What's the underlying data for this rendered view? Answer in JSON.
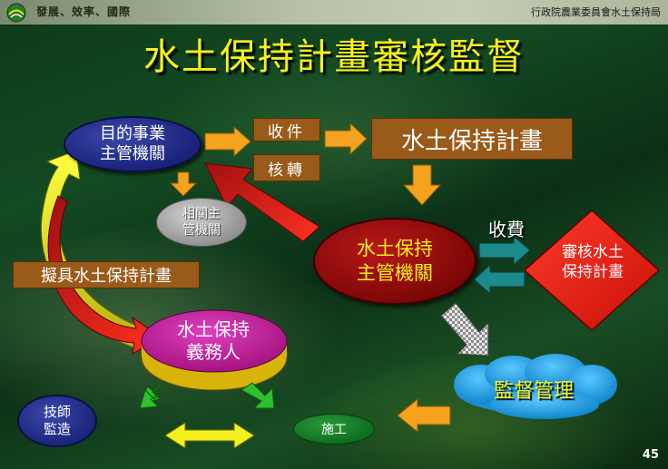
{
  "header": {
    "slogan": "發展、效率、國際",
    "organization": "行政院農業委員會水土保持局"
  },
  "title": "水土保持計畫審核監督",
  "nodes": {
    "agency": [
      "目的事業",
      "主管機關"
    ],
    "related_agency": [
      "相關主",
      "管機關"
    ],
    "receive": "收件",
    "forward": "核轉",
    "plan": "水土保持計畫",
    "sw_authority": [
      "水土保持",
      "主管機關"
    ],
    "fee": "收費",
    "review": [
      "審核水土",
      "保持計畫"
    ],
    "draft": "擬具水土保持計畫",
    "obligor": [
      "水土保持",
      "義務人"
    ],
    "supervision": "監督管理",
    "engineer": [
      "技師",
      "監造"
    ],
    "construction": "施工"
  },
  "page_number": "45",
  "colors": {
    "title": "#f6f01e",
    "brown_box": "#9a5a1a",
    "blue_node": "#1a237a",
    "red_node": "#7a0606",
    "orange_arrow": "#f5a21e",
    "red_arrow": "#e0261c",
    "teal_arrow": "#1a8a8a",
    "green_arrow": "#2ec02e",
    "yellow_arrow": "#f4f01e",
    "magenta_node": "#c81a9a",
    "cloud": "#1aa0e0"
  }
}
